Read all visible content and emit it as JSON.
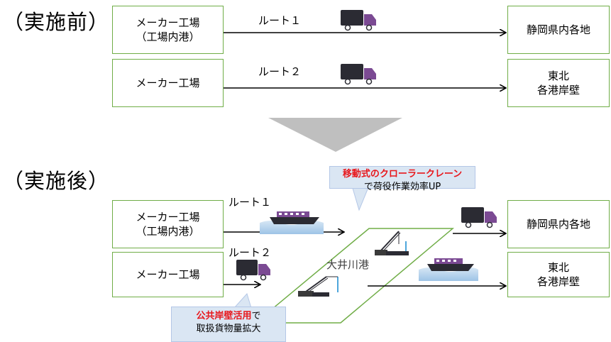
{
  "before": {
    "section_label": "（実施前）",
    "source_boxes": [
      "メーカー工場\n（工場内港）",
      "メーカー工場"
    ],
    "route_labels": [
      "ルート１",
      "ルート２"
    ],
    "dest_boxes": [
      "静岡県内各地",
      "東北\n各港岸壁"
    ]
  },
  "after": {
    "section_label": "（実施後）",
    "source_boxes": [
      "メーカー工場\n（工場内港）",
      "メーカー工場"
    ],
    "route_labels": [
      "ルート１",
      "ルート２"
    ],
    "dest_boxes": [
      "静岡県内各地",
      "東北\n各港岸壁"
    ],
    "port_label": "大井川港",
    "callout_top": {
      "highlight": "移動式のクローラークレーン",
      "rest": "で荷役作業効率UP"
    },
    "callout_bottom": {
      "highlight": "公共岸壁活用",
      "rest_inline": "で",
      "rest_line2": "取扱貨物量拡大"
    }
  },
  "colors": {
    "box_border": "#70ad47",
    "truck_body": "#2b2b33",
    "truck_cab": "#7b4a93",
    "callout_bg": "#dae6f3",
    "highlight_text": "#e8161b",
    "down_arrow": "#bfbfbf",
    "water": "#9dc3e6"
  }
}
